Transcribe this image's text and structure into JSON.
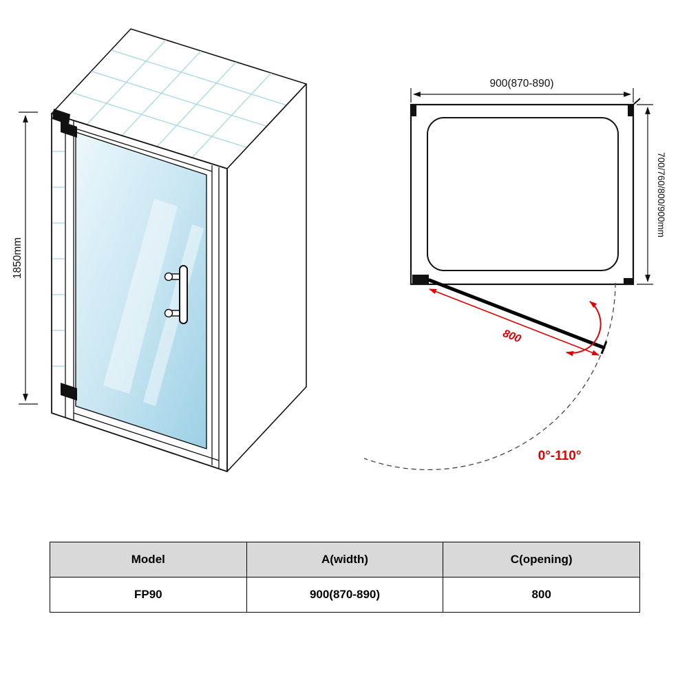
{
  "perspective_view": {
    "height_dim": "1850mm"
  },
  "plan_view": {
    "width_dim": "900(870-890)",
    "depth_dim": "700/760/800/900mm",
    "opening_dim": "800",
    "swing_angle": "0°-110°"
  },
  "table": {
    "headers": [
      "Model",
      "A(width)",
      "C(opening)"
    ],
    "rows": [
      [
        "FP90",
        "900(870-890)",
        "800"
      ]
    ]
  },
  "colors": {
    "accent_red": "#e10000",
    "tile_grid_blue": "#9ed4e6",
    "glass_blue": "#bfe0ef",
    "line_black": "#111111",
    "table_header_bg": "#d9d9d9"
  }
}
